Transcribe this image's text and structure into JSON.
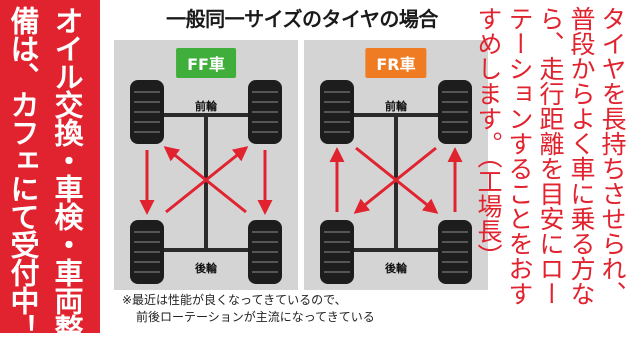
{
  "banner": {
    "line1": "オイル交換・車検・車両整",
    "line2": "備は、カフェにて受付中！"
  },
  "figure": {
    "title": "一般同一サイズのタイヤの場合",
    "ff": {
      "badge": "FF車",
      "front": "前輪",
      "rear": "後輪"
    },
    "fr": {
      "badge": "FR車",
      "front": "前輪",
      "rear": "後輪"
    },
    "note_line1": "※最近は性能が良くなってきているので、",
    "note_line2": "前後ローテーションが主流になってきている"
  },
  "article": {
    "text": "タイヤを長持ちさせられ、普段からよく車に乗る方なら、走行距離を目安にローテーションすることをおすすめします。（工場長）"
  },
  "colors": {
    "banner_red": "#e0232e",
    "ff_green": "#3fae3a",
    "fr_orange": "#ef7b22",
    "arrow_red": "#e0232e"
  }
}
